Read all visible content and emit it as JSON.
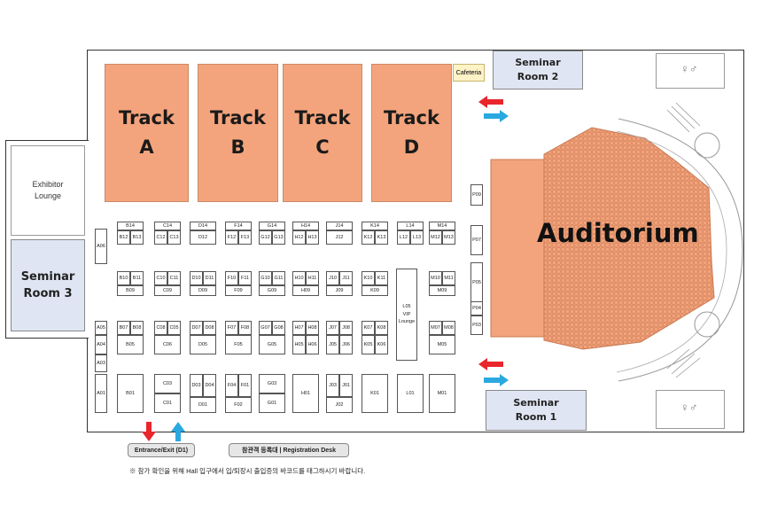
{
  "tracks": [
    {
      "line1": "Track",
      "line2": "A"
    },
    {
      "line1": "Track",
      "line2": "B"
    },
    {
      "line1": "Track",
      "line2": "C"
    },
    {
      "line1": "Track",
      "line2": "D"
    }
  ],
  "cafeteria": "Cafeteria",
  "exhibitor_lounge": {
    "line1": "Exhibitor",
    "line2": "Lounge"
  },
  "seminar_rooms": [
    {
      "line1": "Seminar",
      "line2": "Room 1"
    },
    {
      "line1": "Seminar",
      "line2": "Room 2"
    },
    {
      "line1": "Seminar",
      "line2": "Room 3"
    }
  ],
  "auditorium": "Auditorium",
  "vip_lounge": {
    "l1": "L05",
    "l2": "VIP",
    "l3": "Lounge"
  },
  "entrance": "Entrance/Exit (D1)",
  "registration": "참관객 등록대 | Registration Desk",
  "notice": "※ 참가 확인을 위해 Hall 입구에서 입/퇴장시 출입증의 바코드를 태그하시기 바랍니다.",
  "booths": {
    "a_col": [
      "A06",
      "A05",
      "A04",
      "A03",
      "A01"
    ],
    "p_col": [
      "P07",
      "P05",
      "P04",
      "P03"
    ],
    "p09": "P09",
    "row1": [
      [
        "B14",
        "B12",
        "B13"
      ],
      [
        "C14",
        "C12",
        "C13"
      ],
      [
        "D14",
        "D12"
      ],
      [
        "F14",
        "F12",
        "F13"
      ],
      [
        "G14",
        "G12",
        "G13"
      ],
      [
        "H14",
        "H12",
        "H13"
      ],
      [
        "J14",
        "J12"
      ],
      [
        "K14",
        "K12",
        "K13"
      ],
      [
        "L14",
        "L12",
        "L13"
      ],
      [
        "M14",
        "M12",
        "M13"
      ]
    ],
    "row2": [
      [
        "B10",
        "B11",
        "B09"
      ],
      [
        "C10",
        "C11",
        "C09"
      ],
      [
        "D10",
        "D11",
        "D09"
      ],
      [
        "F10",
        "F11",
        "F09"
      ],
      [
        "G10",
        "G11",
        "G09"
      ],
      [
        "H10",
        "H11",
        "H09"
      ],
      [
        "J10",
        "J11",
        "J09"
      ],
      [
        "K10",
        "K11",
        "K09"
      ],
      [
        "M10",
        "M11",
        "M09"
      ]
    ],
    "row3": [
      [
        "B07",
        "B08",
        "B05"
      ],
      [
        "C08",
        "C05",
        "C06"
      ],
      [
        "D07",
        "D08",
        "D05"
      ],
      [
        "F07",
        "F08",
        "F05"
      ],
      [
        "G07",
        "G08",
        "G05"
      ],
      [
        "H07",
        "H08",
        "H05",
        "H06"
      ],
      [
        "J07",
        "J08",
        "J05",
        "J06"
      ],
      [
        "K07",
        "K08",
        "K05",
        "K06"
      ],
      [
        "M07",
        "M08",
        "M05"
      ]
    ],
    "row4": [
      [
        "B01"
      ],
      [
        "C03",
        "C01"
      ],
      [
        "D03",
        "D04",
        "D01"
      ],
      [
        "F04",
        "F01",
        "F02"
      ],
      [
        "G03",
        "G01"
      ],
      [
        "H01"
      ],
      [
        "J03",
        "J01",
        "J02"
      ],
      [
        "K01"
      ],
      [
        "L01"
      ],
      [
        "M01"
      ]
    ]
  },
  "colors": {
    "track": "#f4a47c",
    "seminar": "#dfe5f2",
    "arrow_in": "#2aa8e0",
    "arrow_out": "#e8262c",
    "cafeteria": "#fdf3c7"
  }
}
